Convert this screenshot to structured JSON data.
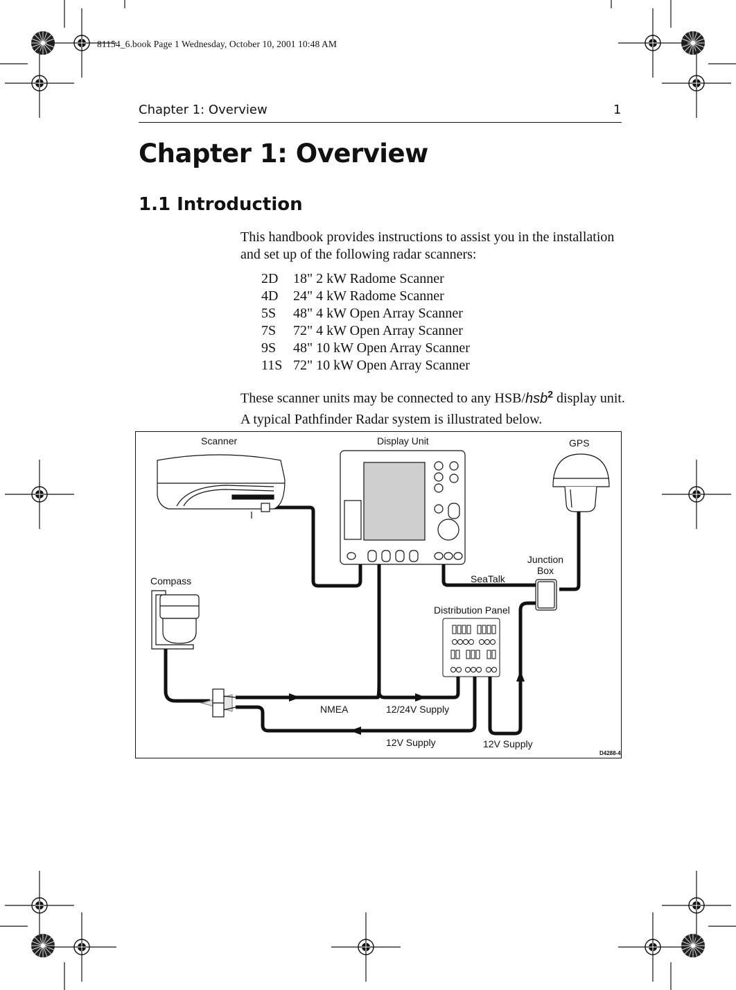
{
  "print_stamp": "81154_6.book  Page 1  Wednesday, October 10, 2001  10:48 AM",
  "header": {
    "running_head": "Chapter 1: Overview",
    "page_number": "1"
  },
  "chapter_title": "Chapter 1: Overview",
  "section": {
    "number": "1.1",
    "title": "Introduction"
  },
  "intro_paragraph": "This handbook provides instructions to assist you in the installation and set up of the following radar scanners:",
  "scanners": [
    {
      "code": "2D",
      "description": "18\" 2 kW Radome Scanner"
    },
    {
      "code": "4D",
      "description": "24\" 4 kW Radome Scanner"
    },
    {
      "code": "5S",
      "description": "48\" 4 kW Open Array Scanner"
    },
    {
      "code": "7S",
      "description": "72\" 4 kW Open Array Scanner"
    },
    {
      "code": "9S",
      "description": "48\" 10 kW Open Array Scanner"
    },
    {
      "code": "11S",
      "description": "72\" 10 kW Open Array Scanner"
    }
  ],
  "connect_sentence": {
    "before": "These scanner units may be connected to any HSB/",
    "hsb_text": "hsb",
    "hsb_sup": "2",
    "after": " display unit."
  },
  "figure_caption": "A typical Pathfinder Radar system is illustrated below.",
  "diagram": {
    "labels": {
      "scanner": "Scanner",
      "display_unit": "Display Unit",
      "gps": "GPS",
      "compass": "Compass",
      "junction_box_line1": "Junction",
      "junction_box_line2": "Box",
      "seatalk": "SeaTalk",
      "distribution_panel": "Distribution Panel",
      "nmea": "NMEA",
      "supply_12_24": "12/24V Supply",
      "supply_12_left": "12V Supply",
      "supply_12_right": "12V Supply"
    },
    "figure_id": "D4288-4"
  }
}
